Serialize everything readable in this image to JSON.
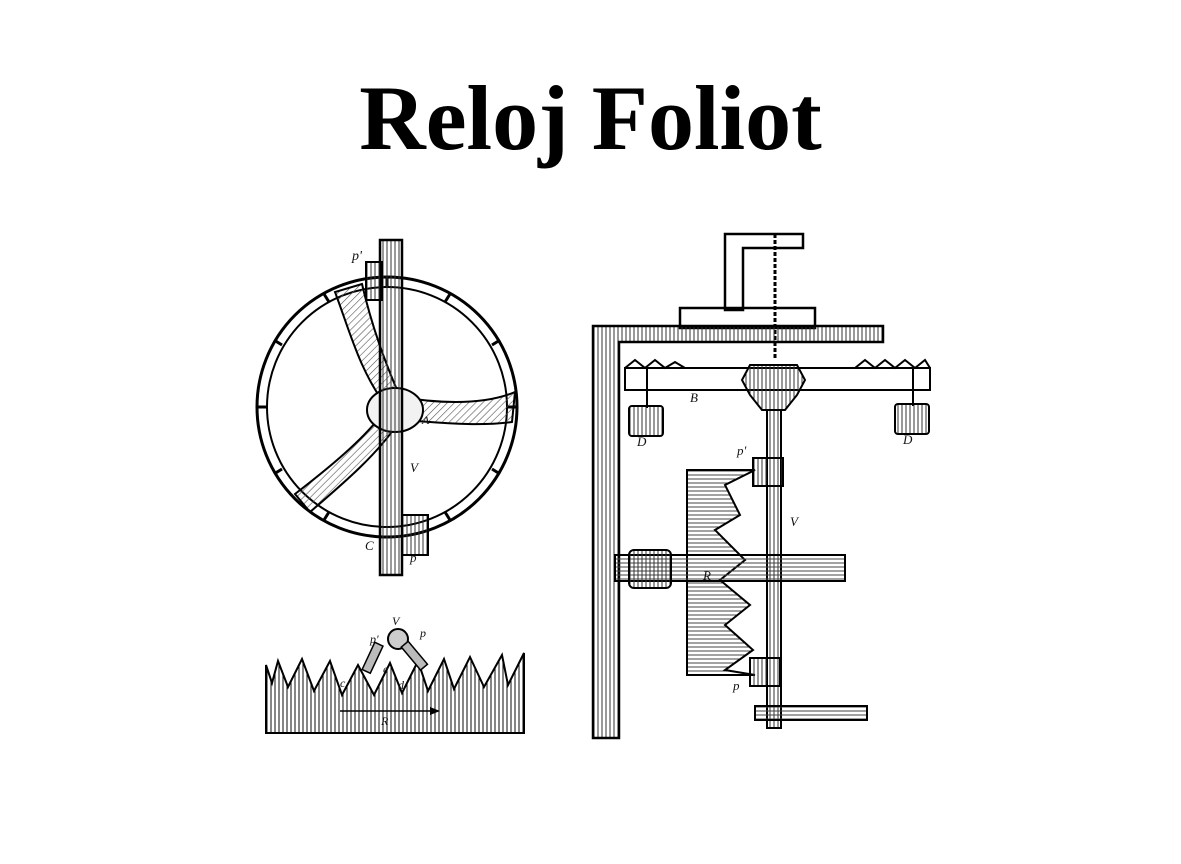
{
  "title": "Reloj Foliot",
  "figures": {
    "wheel_front": {
      "labels": {
        "p_prime": "p'",
        "a": "A",
        "v": "V",
        "c": "C",
        "p": "p"
      }
    },
    "escapement_detail": {
      "labels": {
        "v": "V",
        "p_prime": "p'",
        "p": "p",
        "c": "c",
        "e": "e",
        "d": "d",
        "r": "R"
      }
    },
    "clock_side": {
      "labels": {
        "b": "B",
        "d_left": "D",
        "d_right": "D",
        "p_prime": "p'",
        "v": "V",
        "r": "R",
        "p": "p"
      }
    }
  }
}
